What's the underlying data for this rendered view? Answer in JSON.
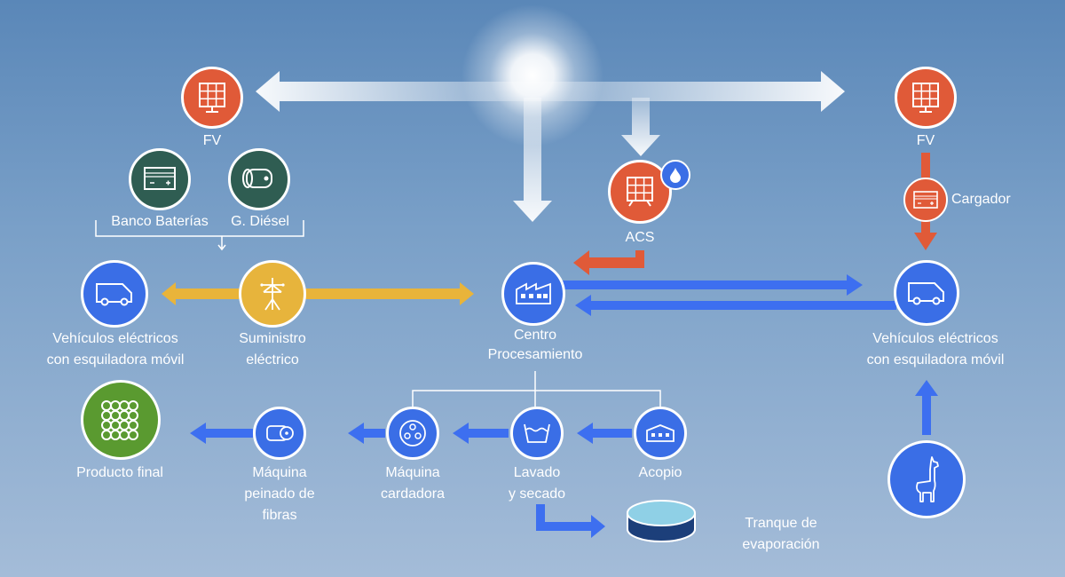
{
  "labels": {
    "fv_left": "FV",
    "fv_right": "FV",
    "banco_baterias": "Banco Baterías",
    "g_diesel": "G. Diésel",
    "acs": "ACS",
    "cargador": "Cargador",
    "vehiculos_left_1": "Vehículos eléctricos",
    "vehiculos_left_2": "con esquiladora móvil",
    "suministro_1": "Suministro",
    "suministro_2": "eléctrico",
    "centro_1": "Centro",
    "centro_2": "Procesamiento",
    "vehiculos_right_1": "Vehículos eléctricos",
    "vehiculos_right_2": "con esquiladora móvil",
    "producto_final": "Producto final",
    "peinado_1": "Máquina",
    "peinado_2": "peinado de",
    "peinado_3": "fibras",
    "cardadora_1": "Máquina",
    "cardadora_2": "cardadora",
    "lavado_1": "Lavado",
    "lavado_2": "y secado",
    "acopio": "Acopio",
    "tanque_1": "Tranque de",
    "tanque_2": "evaporación"
  },
  "icons": {
    "solar_panel": "solar-panel-icon",
    "battery": "battery-icon",
    "diesel": "diesel-tank-icon",
    "water_drop": "water-drop-icon",
    "charger": "charger-icon",
    "van": "van-icon",
    "power_pole": "power-pole-icon",
    "factory": "factory-icon",
    "wool": "wool-icon",
    "comb": "comb-machine-icon",
    "carder": "carding-machine-icon",
    "wash": "wash-icon",
    "warehouse": "warehouse-icon",
    "llama": "llama-icon",
    "pond": "evaporation-pond-icon"
  },
  "colors": {
    "blue": "#3a6ee6",
    "red": "#e05a38",
    "teal": "#2f5d52",
    "yellow": "#e7b43c",
    "green": "#5a9a30",
    "arrow_blue": "#3d6ff0",
    "arrow_red": "#e05a38",
    "arrow_yellow": "#e9b43a"
  }
}
